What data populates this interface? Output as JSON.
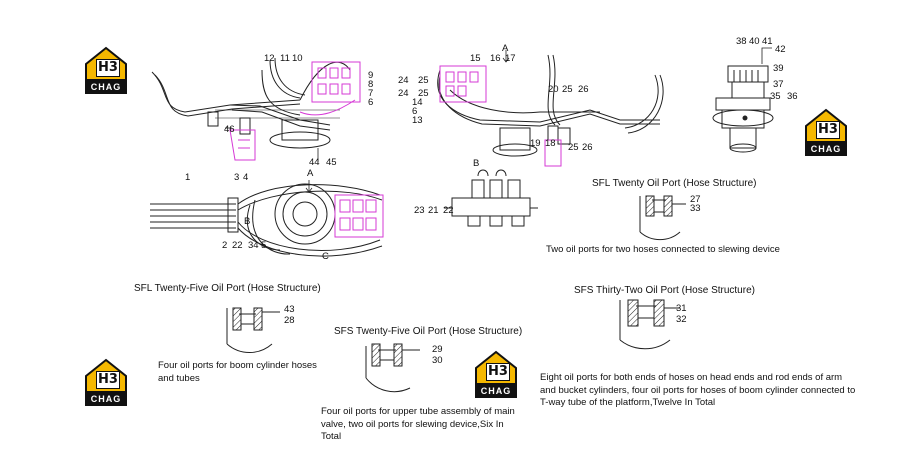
{
  "logo": {
    "code": "H3",
    "brand": "CHAG",
    "accent": "#f5b800"
  },
  "colors": {
    "magenta": "#d63ad6",
    "line": "#222222"
  },
  "top_left_labels": [
    "12",
    "11",
    "10",
    "9",
    "8",
    "7",
    "6",
    "46",
    "44",
    "45"
  ],
  "top_mid_labels": [
    "A",
    "15",
    "16",
    "17",
    "24",
    "25",
    "24",
    "25",
    "14",
    "6",
    "13",
    "20",
    "25",
    "26",
    "19",
    "18",
    "25",
    "26"
  ],
  "top_right_labels": [
    "38",
    "40",
    "41",
    "42",
    "39",
    "37",
    "35",
    "36"
  ],
  "mid_left_labels": [
    "1",
    "3",
    "4",
    "A",
    "B",
    "2",
    "22",
    "34",
    "5",
    "C"
  ],
  "valve_labels": [
    "B",
    "23",
    "21",
    "22"
  ],
  "sfl20": {
    "title": "SFL Twenty  Oil Port (Hose Structure)",
    "labels": [
      "27",
      "33"
    ],
    "caption": "Two oil ports for two hoses connected to slewing device"
  },
  "sfl25": {
    "title": "SFL Twenty-Five  Oil Port (Hose Structure)",
    "labels": [
      "43",
      "28"
    ],
    "caption": "Four oil ports for boom cylinder hoses and tubes"
  },
  "sfs25": {
    "title": "SFS Twenty-Five  Oil Port (Hose Structure)",
    "labels": [
      "29",
      "30"
    ],
    "caption": "Four oil ports for upper tube assembly of main valve, two oil ports for slewing device,Six In Total"
  },
  "sfs32": {
    "title": "SFS Thirty-Two Oil Port (Hose Structure)",
    "labels": [
      "31",
      "32"
    ],
    "caption": "Eight oil ports for both ends of hoses on head ends and rod ends of arm and bucket cylinders, four oil ports for hoses of boom cylinder connected to T-way tube of the platform,Twelve In Total"
  }
}
